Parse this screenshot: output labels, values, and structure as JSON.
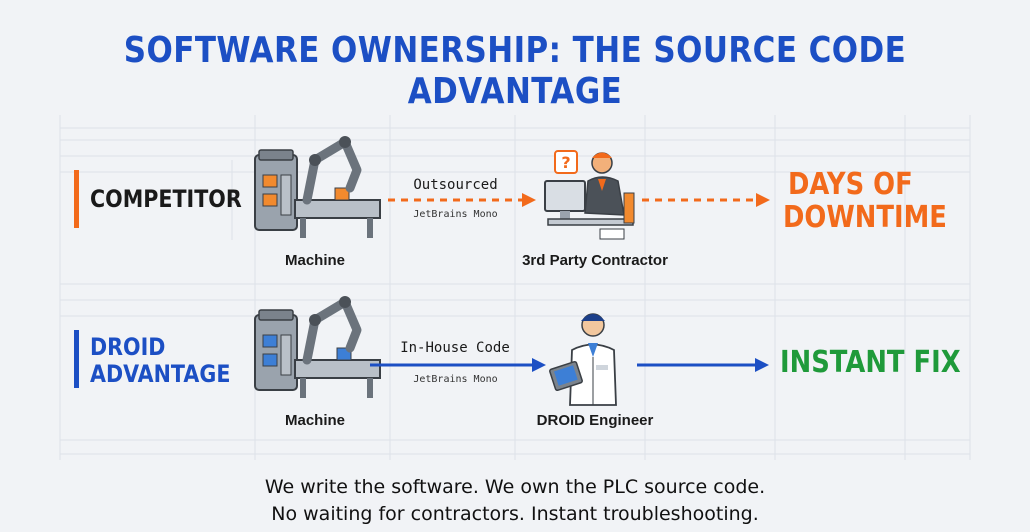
{
  "title": "SOFTWARE OWNERSHIP: THE SOURCE CODE ADVANTAGE",
  "colors": {
    "title": "#1c4fc4",
    "competitor_accent": "#f26a1b",
    "droid_accent": "#1c4fc4",
    "instant_fix": "#1f9a3a",
    "grid": "#d6dbe3"
  },
  "rows": [
    {
      "label": "COMPETITOR",
      "machine_label": "Machine",
      "edge_label": "Outsourced",
      "edge_sub": "JetBrains Mono",
      "target_label": "3rd Party Contractor",
      "result_line1": "DAYS OF",
      "result_line2": "DOWNTIME",
      "icons": [
        "robot-arm-machine-icon",
        "contractor-at-computer-icon",
        "question-mark-icon"
      ]
    },
    {
      "label_line1": "DROID",
      "label_line2": "ADVANTAGE",
      "machine_label": "Machine",
      "edge_label": "In-House Code",
      "edge_sub": "JetBrains Mono",
      "target_label": "DROID Engineer",
      "result": "INSTANT FIX",
      "icons": [
        "robot-arm-machine-icon",
        "engineer-with-tablet-icon"
      ]
    }
  ],
  "footer": {
    "line1": "We write the software. We own the PLC source code.",
    "line2": "No waiting for contractors. Instant troubleshooting."
  }
}
